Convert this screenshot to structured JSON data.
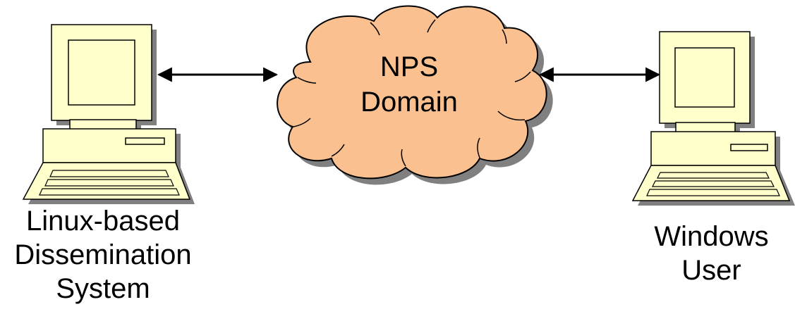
{
  "cloud": {
    "line1": "NPS",
    "line2": "Domain",
    "fill_color": "#FAC090",
    "stroke_color": "#000000"
  },
  "left_node": {
    "line1": "Linux-based",
    "line2": "Dissemination",
    "line3": "System",
    "icon": "desktop-computer-icon"
  },
  "right_node": {
    "line1": "Windows",
    "line2": "User",
    "icon": "desktop-computer-icon"
  },
  "colors": {
    "computer_fill": "#FFFFCC",
    "outline": "#000000",
    "shadow": "#808080",
    "arrow": "#000000"
  }
}
